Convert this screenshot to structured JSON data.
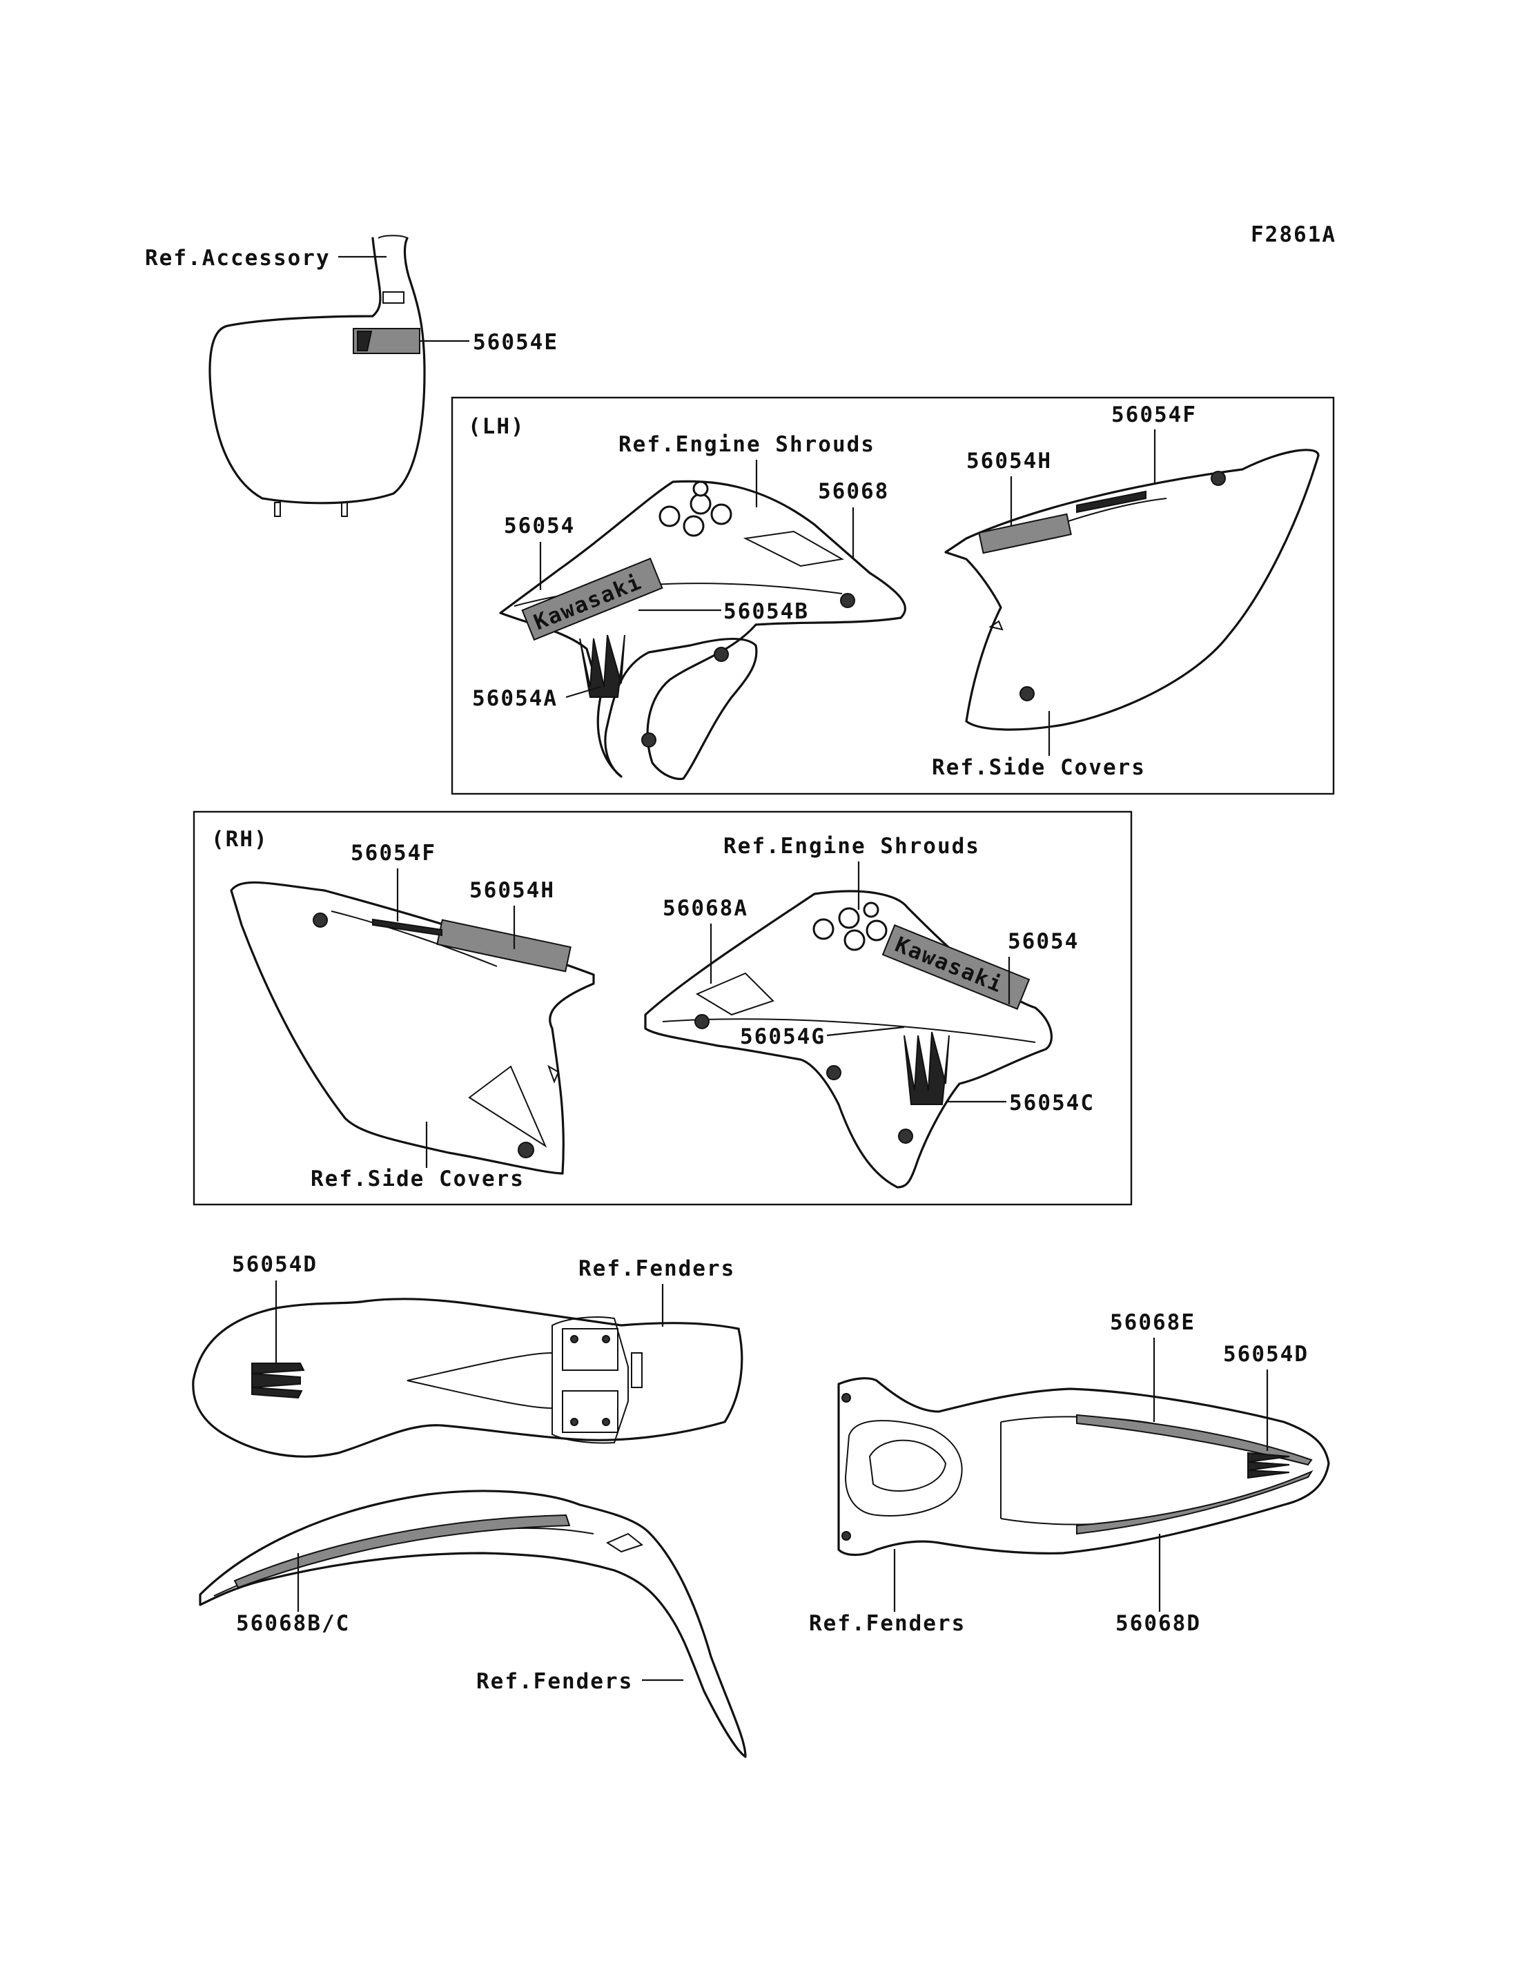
{
  "figure_code": "F2861A",
  "panels": {
    "lh": {
      "title": "(LH)"
    },
    "rh": {
      "title": "(RH)"
    }
  },
  "callouts": {
    "ref_accessory": "Ref.Accessory",
    "p56054e": "56054E",
    "lh_ref_engine_shrouds": "Ref.Engine Shrouds",
    "lh_56054f": "56054F",
    "lh_56054h": "56054H",
    "lh_56068": "56068",
    "lh_56054": "56054",
    "lh_56054b": "56054B",
    "lh_56054a": "56054A",
    "lh_ref_side_covers": "Ref.Side Covers",
    "rh_56054f": "56054F",
    "rh_56054h": "56054H",
    "rh_ref_engine_shrouds": "Ref.Engine Shrouds",
    "rh_56068a": "56068A",
    "rh_56054": "56054",
    "rh_56054g": "56054G",
    "rh_56054c": "56054C",
    "rh_ref_side_covers": "Ref.Side Covers",
    "front_56054d": "56054D",
    "front_ref_fenders": "Ref.Fenders",
    "front_56068bc": "56068B/C",
    "front_ref_fenders_2": "Ref.Fenders",
    "rear_56068e": "56068E",
    "rear_56054d": "56054D",
    "rear_ref_fenders": "Ref.Fenders",
    "rear_56068d": "56068D"
  },
  "logos": {
    "brand_lh": "Kawasaki",
    "brand_rh": "Kawasaki"
  }
}
